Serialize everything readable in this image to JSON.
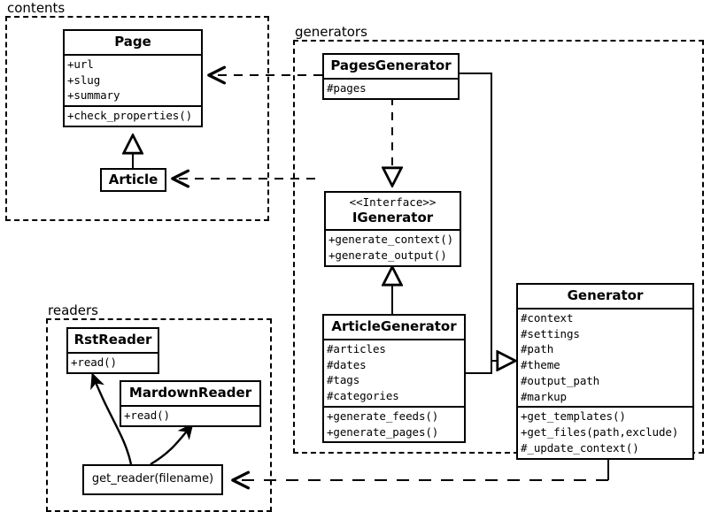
{
  "diagram": {
    "title": "Pelican architecture UML class diagram",
    "line_color": "#000000",
    "background": "#ffffff"
  },
  "packages": [
    {
      "id": "contents",
      "label": "contents"
    },
    {
      "id": "generators",
      "label": "generators"
    },
    {
      "id": "readers",
      "label": "readers"
    }
  ],
  "classes": {
    "page": {
      "name": "Page",
      "attributes": [
        "+url",
        "+slug",
        "+summary"
      ],
      "methods": [
        "+check_properties()"
      ]
    },
    "article": {
      "name": "Article",
      "attributes": [],
      "methods": []
    },
    "pages_generator": {
      "name": "PagesGenerator",
      "attributes": [
        "#pages"
      ],
      "methods": []
    },
    "igenerator": {
      "stereotype": "<<Interface>>",
      "name": "IGenerator",
      "attributes": [],
      "methods": [
        "+generate_context()",
        "+generate_output()"
      ]
    },
    "article_generator": {
      "name": "ArticleGenerator",
      "attributes": [
        "#articles",
        "#dates",
        "#tags",
        "#categories"
      ],
      "methods": [
        "+generate_feeds()",
        "+generate_pages()"
      ]
    },
    "generator": {
      "name": "Generator",
      "attributes": [
        "#context",
        "#settings",
        "#path",
        "#theme",
        "#output_path",
        "#markup"
      ],
      "methods": [
        "+get_templates()",
        "+get_files(path,exclude)",
        "#_update_context()"
      ]
    },
    "rst_reader": {
      "name": "RstReader",
      "attributes": [],
      "methods": [
        "+read()"
      ]
    },
    "mardown_reader": {
      "name": "MardownReader",
      "attributes": [],
      "methods": [
        "+read()"
      ]
    },
    "get_reader": {
      "name": "get_reader(filename)",
      "attributes": [],
      "methods": []
    }
  },
  "relations": [
    {
      "id": "article-page",
      "type": "generalization",
      "from": "Article",
      "to": "Page"
    },
    {
      "id": "articlegenerator-igenerator",
      "type": "realization",
      "from": "ArticleGenerator",
      "to": "IGenerator"
    },
    {
      "id": "pagesgenerator-igenerator",
      "type": "realization",
      "from": "PagesGenerator",
      "to": "IGenerator"
    },
    {
      "id": "pagesgenerator-generator",
      "type": "generalization",
      "from": "PagesGenerator",
      "to": "Generator"
    },
    {
      "id": "articlegenerator-generator",
      "type": "generalization",
      "from": "ArticleGenerator",
      "to": "Generator"
    },
    {
      "id": "pagesgenerator-page",
      "type": "dependency",
      "from": "PagesGenerator",
      "to": "Page"
    },
    {
      "id": "articlegenerator-article",
      "type": "dependency",
      "from": "ArticleGenerator",
      "to": "Article"
    },
    {
      "id": "generator-getreader",
      "type": "dependency",
      "from": "Generator",
      "to": "get_reader(filename)"
    },
    {
      "id": "getreader-rstreader",
      "type": "association",
      "from": "get_reader(filename)",
      "to": "RstReader"
    },
    {
      "id": "getreader-mardownreader",
      "type": "association",
      "from": "get_reader(filename)",
      "to": "MardownReader"
    }
  ]
}
